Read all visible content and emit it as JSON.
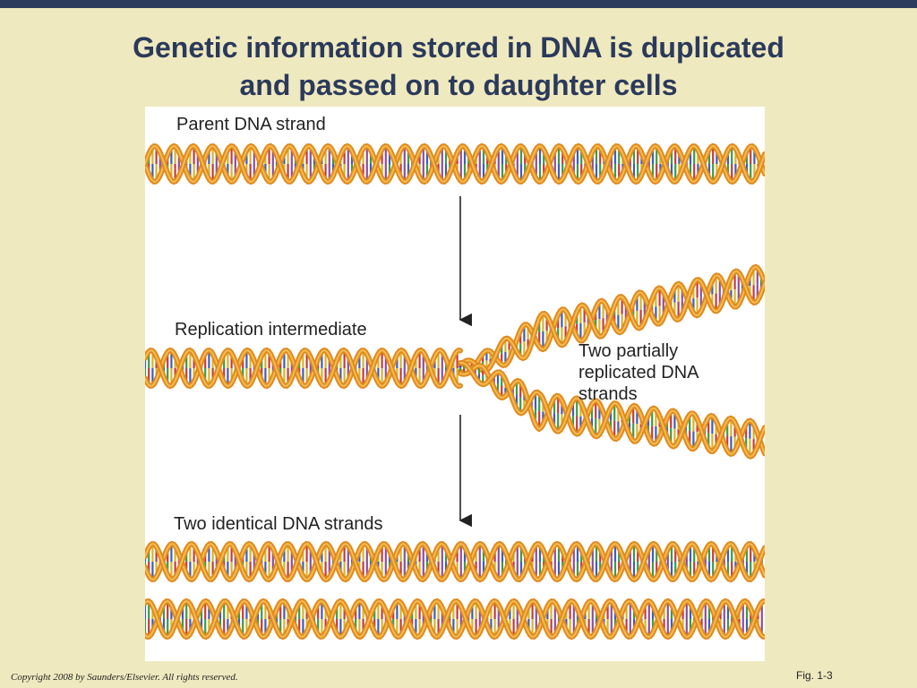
{
  "slide": {
    "title_line1": "Genetic information stored in DNA is duplicated",
    "title_line2": "and passed on to daughter cells"
  },
  "figure": {
    "labels": {
      "parent": "Parent DNA strand",
      "intermediate": "Replication intermediate",
      "partial_line1": "Two partially",
      "partial_line2": "replicated DNA",
      "partial_line3": "strands",
      "identical": "Two identical DNA strands"
    }
  },
  "footer": {
    "copyright": "Copyright 2008 by Saunders/Elsevier. All rights reserved.",
    "fig_ref": "Fig. 1-3"
  },
  "colors": {
    "background": "#efe9bf",
    "top_bar": "#2c3c5d",
    "title": "#2b3a5b",
    "backbone": "#e08a1e",
    "backbone_highlight": "#f6c35a",
    "base_pairs": [
      "#3a9a4a",
      "#c23b3b",
      "#3b5fb5",
      "#d7b32a",
      "#8a4fa0"
    ]
  }
}
